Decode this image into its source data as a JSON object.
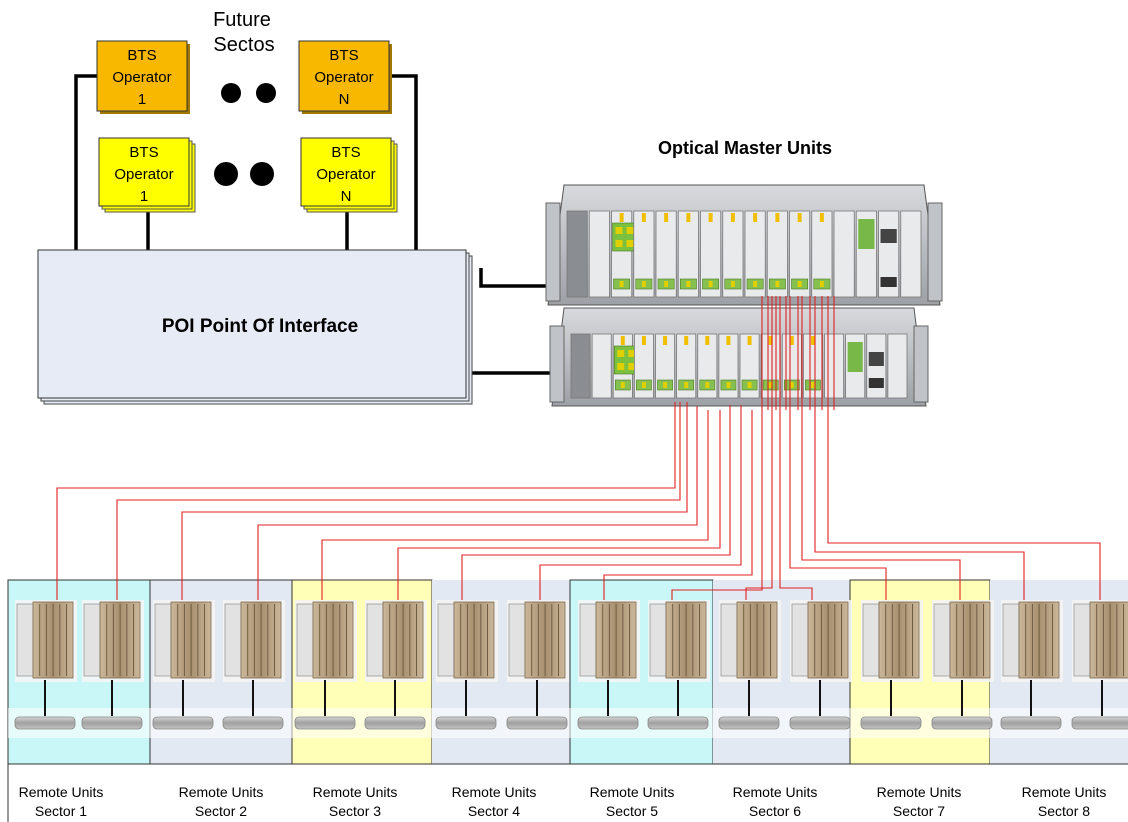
{
  "future_label": [
    "Future",
    "Sectos"
  ],
  "bts": {
    "future_1": [
      "BTS",
      "Operator",
      "1"
    ],
    "future_n": [
      "BTS",
      "Operator",
      "N"
    ],
    "current_1": [
      "BTS",
      "Operator",
      "1"
    ],
    "current_n": [
      "BTS",
      "Operator",
      "N"
    ]
  },
  "poi_label": "POI Point Of Interface",
  "omu_title": "Optical Master Units",
  "sectors": [
    {
      "line1": "Remote Units",
      "line2": "Sector 1",
      "color": "#c9f7f7"
    },
    {
      "line1": "Remote Units",
      "line2": "Sector 2",
      "color": "#e3e9f3"
    },
    {
      "line1": "Remote Units",
      "line2": "Sector 3",
      "color": "#ffffb8"
    },
    {
      "line1": "Remote Units",
      "line2": "Sector 4",
      "color": "#e3e9f3"
    },
    {
      "line1": "Remote Units",
      "line2": "Sector 5",
      "color": "#c9f7f7"
    },
    {
      "line1": "Remote Units",
      "line2": "Sector 6",
      "color": "#e3e9f3"
    },
    {
      "line1": "Remote Units",
      "line2": "Sector 7",
      "color": "#ffffb8"
    },
    {
      "line1": "Remote Units",
      "line2": "Sector 8",
      "color": "#e3e9f3"
    }
  ],
  "colors": {
    "bts_future": "#f8b800",
    "bts_current": "#ffff00",
    "poi_fill": "#e6ebf5",
    "fiber": "#e02020",
    "rack": "#b8bcc0"
  }
}
